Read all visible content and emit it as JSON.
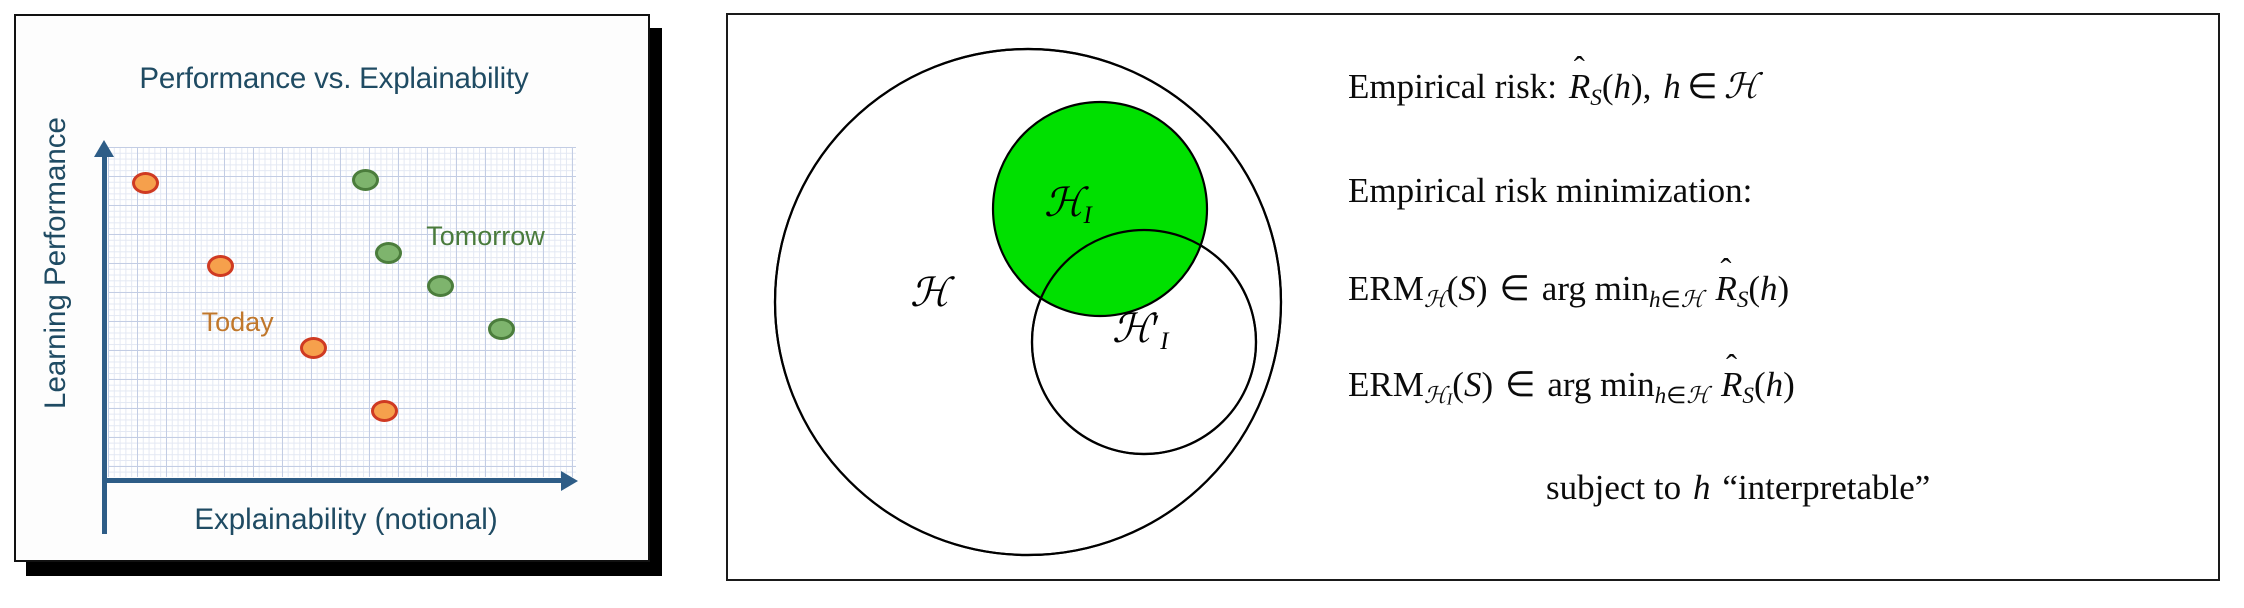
{
  "left_panel": {
    "title": "Performance vs. Explainability",
    "y_axis_label": "Learning Performance",
    "x_axis_label": "Explainability (notional)",
    "annotations": {
      "today": "Today",
      "tomorrow": "Tomorrow"
    },
    "colors": {
      "title_text": "#1F4B63",
      "axis": "#2E5D87",
      "today_fill": "#F6A04C",
      "today_stroke": "#CF3A22",
      "tomorrow_fill": "#7EB46D",
      "tomorrow_stroke": "#4B7D3C",
      "grid_minor": "#E3E8F3",
      "grid_major": "#C3CDE4",
      "card_background": "#FDFDFD",
      "shadow": "#000000"
    }
  },
  "chart_data": {
    "type": "scatter",
    "title": "Performance vs. Explainability",
    "xlabel": "Explainability (notional)",
    "ylabel": "Learning Performance",
    "xlim": [
      0,
      100
    ],
    "ylim": [
      0,
      100
    ],
    "grid": true,
    "legend_position": "in-plot-annotations",
    "series": [
      {
        "name": "Today",
        "color": "#F6A04C",
        "stroke": "#CF3A22",
        "points": [
          {
            "x": 8,
            "y": 89
          },
          {
            "x": 24,
            "y": 64
          },
          {
            "x": 44,
            "y": 39
          },
          {
            "x": 59,
            "y": 20
          }
        ]
      },
      {
        "name": "Tomorrow",
        "color": "#7EB46D",
        "stroke": "#4B7D3C",
        "points": [
          {
            "x": 55,
            "y": 90
          },
          {
            "x": 60,
            "y": 68
          },
          {
            "x": 71,
            "y": 58
          },
          {
            "x": 84,
            "y": 45
          }
        ]
      }
    ],
    "annotations": [
      {
        "text": "Today",
        "x": 20,
        "y": 46,
        "color": "#C0772B"
      },
      {
        "text": "Tomorrow",
        "x": 68,
        "y": 72,
        "color": "#4A7B3C"
      }
    ]
  },
  "right_panel": {
    "venn": {
      "circles": [
        {
          "name": "H",
          "label": "H",
          "fill": "none",
          "stroke": "#000000"
        },
        {
          "name": "H_I",
          "label": "HI",
          "fill": "#00E000",
          "stroke": "#000000"
        },
        {
          "name": "H_I_prime",
          "label": "HIp",
          "fill": "none",
          "stroke": "#000000"
        }
      ],
      "labels": {
        "H": "ℋ",
        "H_I_base": "ℋ",
        "H_I_sub": "I",
        "H_I_prime_base": "ℋ",
        "H_I_prime_mark": "′",
        "H_I_prime_sub": "I"
      },
      "highlight_color": "#00E000"
    },
    "math": {
      "line_1": {
        "prefix": "Empirical risk:",
        "body": "R̂_S(h),  h ∈ ℋ",
        "plain": "Empirical risk: R̂S(h), h ∈ ℋ"
      },
      "line_2": {
        "plain": "Empirical risk minimization:"
      },
      "line_3": {
        "plain": "ERMℋ(S) ∈ arg min h∈ℋ R̂S(h)"
      },
      "line_4": {
        "plain": "ERMℋᵢ(S) ∈ arg min h∈ℋ R̂S(h)"
      },
      "line_5": {
        "plain": "subject to h “interpretable”"
      },
      "tokens": {
        "empirical_risk_label": "Empirical risk:",
        "empirical_risk_min_label": "Empirical risk minimization:",
        "erm": "ERM",
        "argmin": "arg min",
        "in": "∈",
        "scriptH": "ℋ",
        "subI": "I",
        "subS": "S",
        "varh": "h",
        "varS": "S",
        "varR": "R",
        "hat": "ˆ",
        "paren_open": "(",
        "paren_close": ")",
        "comma": ",",
        "subject_to": "subject to",
        "interpretable_quoted": "“interpretable”"
      }
    }
  }
}
